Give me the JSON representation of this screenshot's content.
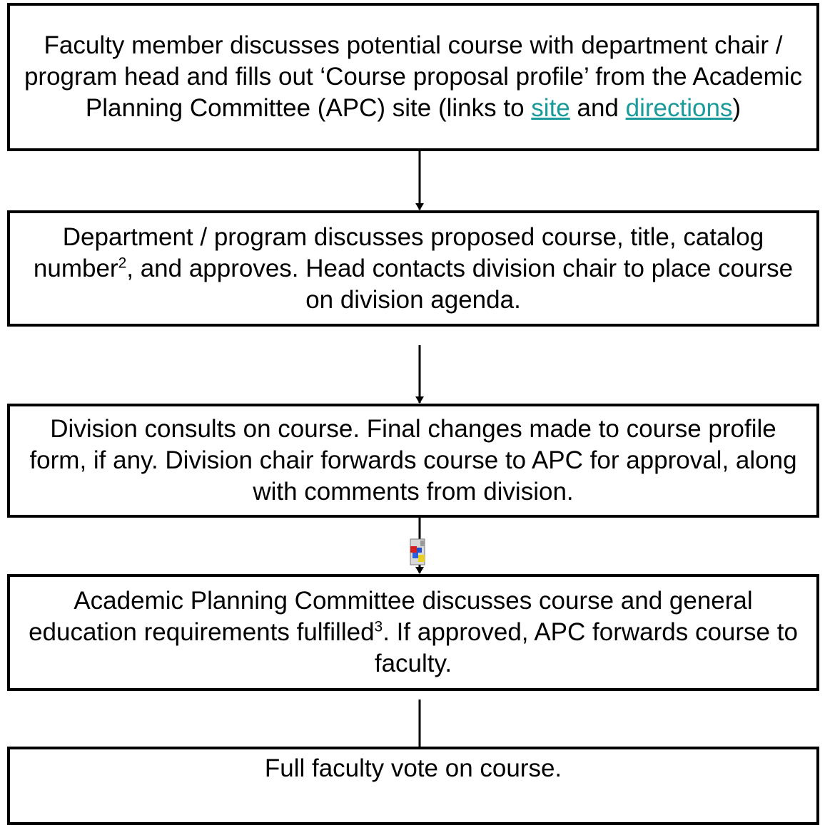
{
  "steps": [
    {
      "text_before": "Faculty member discusses potential course with department chair / program head and fills out ‘Course proposal profile’ from the Academic Planning Committee (APC) site (links to ",
      "link1": "site",
      "text_middle": " and ",
      "link2": "directions",
      "text_after": ")"
    },
    {
      "text_before": "Department / program discusses proposed course, title, catalog number",
      "sup": "2",
      "text_after": ", and approves.  Head contacts division chair to place course on division agenda."
    },
    {
      "text": "Division consults on course.  Final changes made to course profile form, if any.  Division chair forwards course to APC for approval, along with comments from division."
    },
    {
      "text_before": "Academic Planning Committee discusses course and general education requirements fulfilled",
      "sup": "3",
      "text_after": ".  If approved, APC forwards course to faculty."
    },
    {
      "text": "Full faculty vote on course."
    }
  ],
  "colors": {
    "link": "#1a9a9a",
    "border": "#000000"
  },
  "icons": {
    "embedded_object": "embedded-object-icon"
  }
}
